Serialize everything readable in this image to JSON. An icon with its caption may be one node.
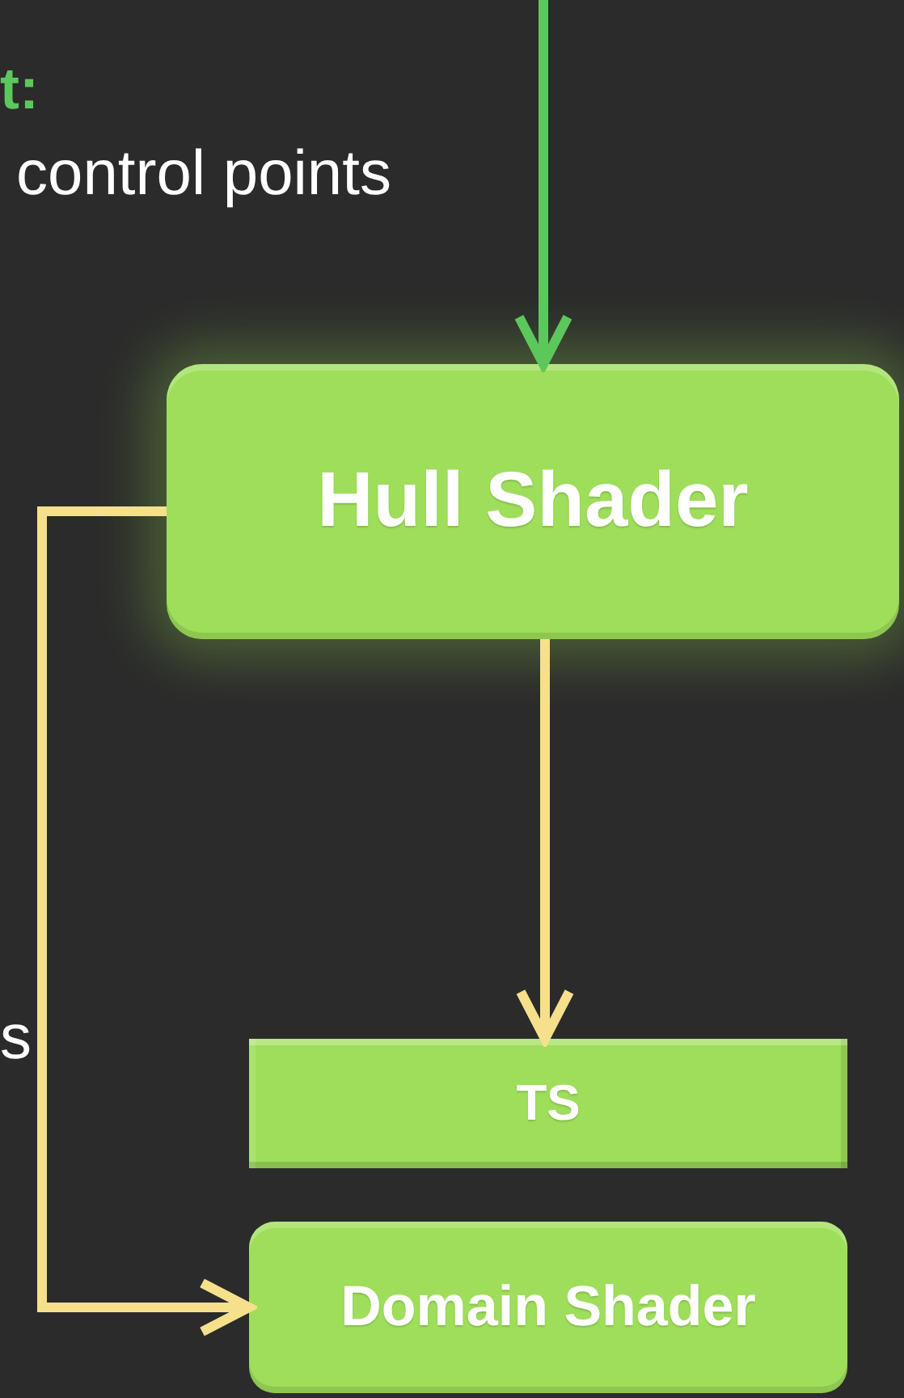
{
  "diagram": {
    "nodes": [
      {
        "text": [
          "Hull Shader"
        ]
      },
      {
        "text": [
          "TS"
        ]
      },
      {
        "text": [
          "Domain Shader"
        ]
      }
    ],
    "edges": [
      {
        "from": null,
        "to": 0,
        "arrow": "to",
        "color": "#5cc85c"
      },
      {
        "from": 0,
        "to": 1,
        "arrow": "to"
      },
      {
        "from": 0,
        "to": 2,
        "arrow": "to"
      }
    ],
    "labels": [
      "t:",
      "control points",
      "s"
    ]
  }
}
